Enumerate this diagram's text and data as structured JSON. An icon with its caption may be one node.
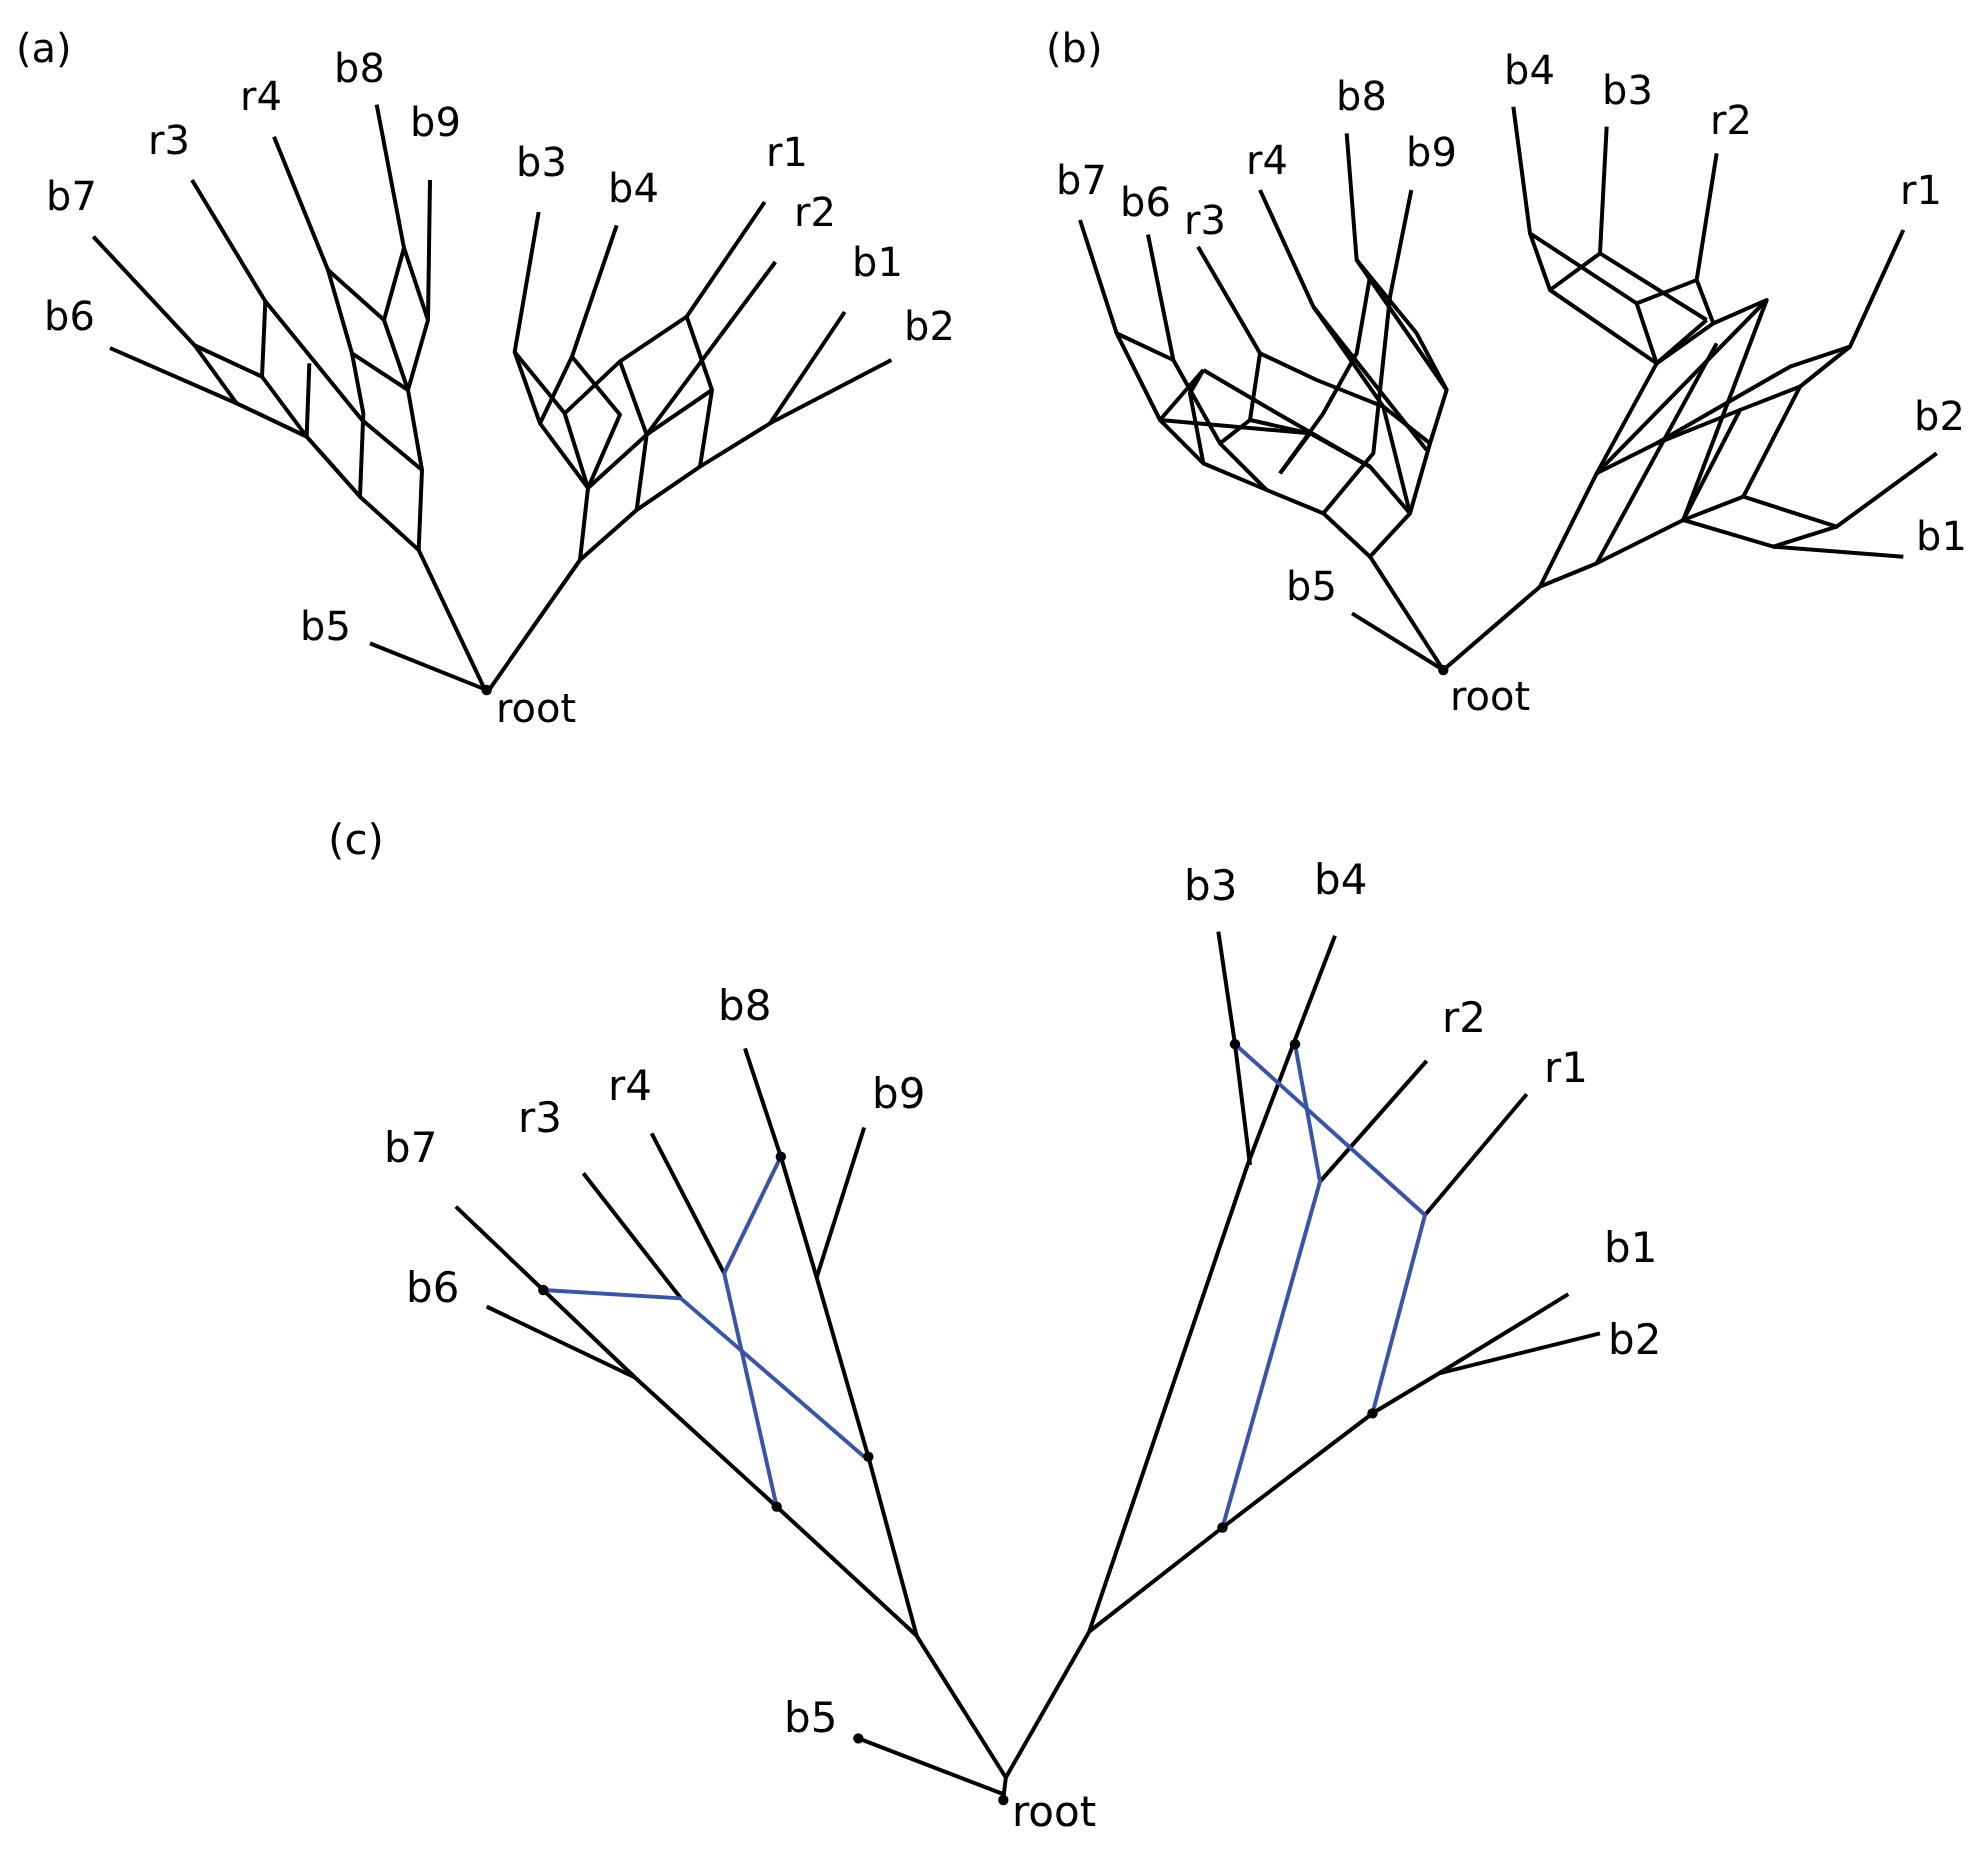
{
  "diagram": {
    "labels": [
      "(a)",
      "b7",
      "r3",
      "r4",
      "b8",
      "b9",
      "b3",
      "b4",
      "r1",
      "r2",
      "b1",
      "b2",
      "b6",
      "b5",
      "root",
      "(b)",
      "b7",
      "b6",
      "r3",
      "r4",
      "b8",
      "b9",
      "b4",
      "b3",
      "r2",
      "r1",
      "b2",
      "b1",
      "b5",
      "root",
      "(c)",
      "b7",
      "b6",
      "r3",
      "r4",
      "b8",
      "b9",
      "b3",
      "b4",
      "r2",
      "r1",
      "b1",
      "b2",
      "b5",
      "root"
    ]
  }
}
